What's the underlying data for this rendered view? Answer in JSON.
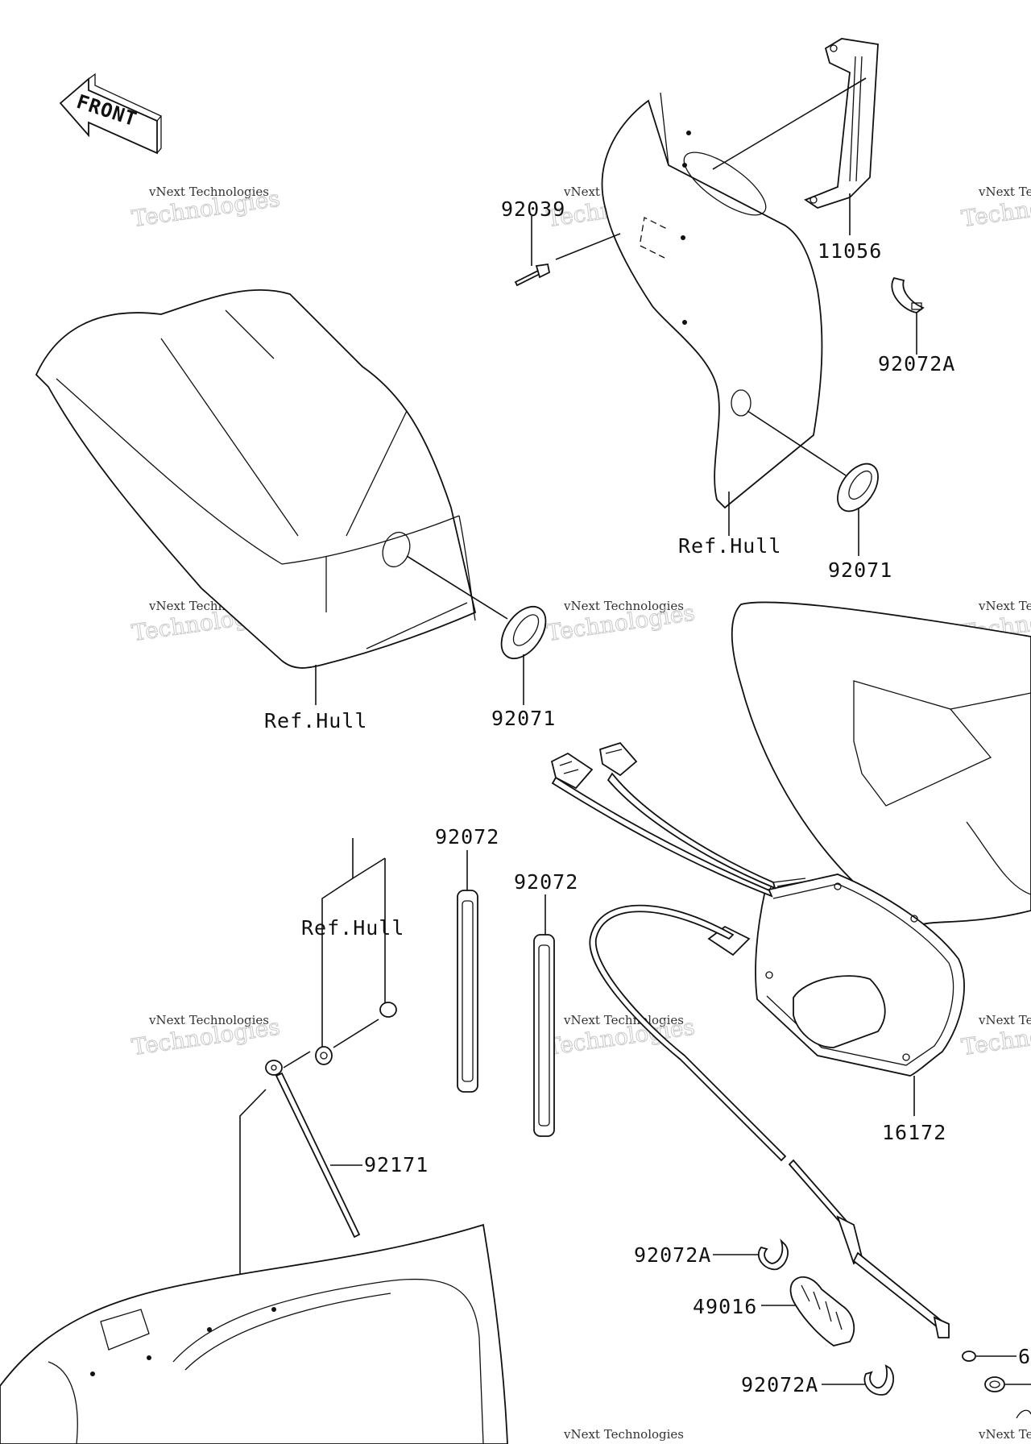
{
  "front_label": "FRONT",
  "watermark": {
    "line1": "vNext Technologies",
    "line2": "Technologies"
  },
  "labels": {
    "p92039": "92039",
    "p11056": "11056",
    "p92072A_top": "92072A",
    "p92071_right": "92071",
    "ref_hull_top": "Ref.Hull",
    "ref_hull_left": "Ref.Hull",
    "p92071_left": "92071",
    "p92072_a": "92072",
    "p92072_b": "92072",
    "ref_hull_bottom": "Ref.Hull",
    "p92171": "92171",
    "p16172": "16172",
    "p92072A_mid": "92072A",
    "p49016": "49016",
    "p92072A_bottom": "92072A",
    "p6_cut": "6"
  }
}
